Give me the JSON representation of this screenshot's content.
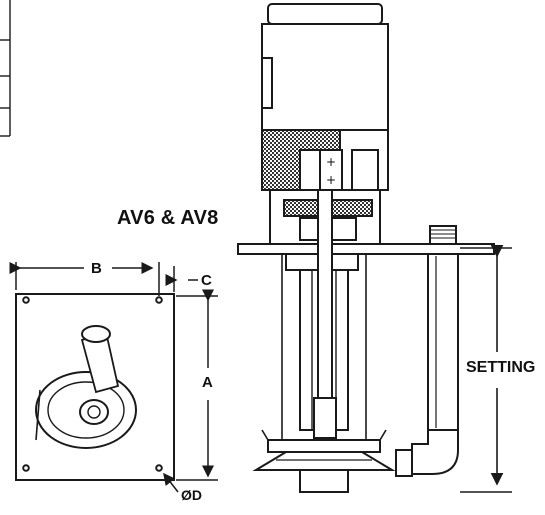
{
  "title": "AV6 & AV8",
  "dimensions": {
    "a": "A",
    "b": "B",
    "c": "C",
    "d": "ØD",
    "setting": "SETTING"
  },
  "colors": {
    "line": "#1a1a1a",
    "hatch": "#2a2a2a",
    "background": "#ffffff"
  }
}
